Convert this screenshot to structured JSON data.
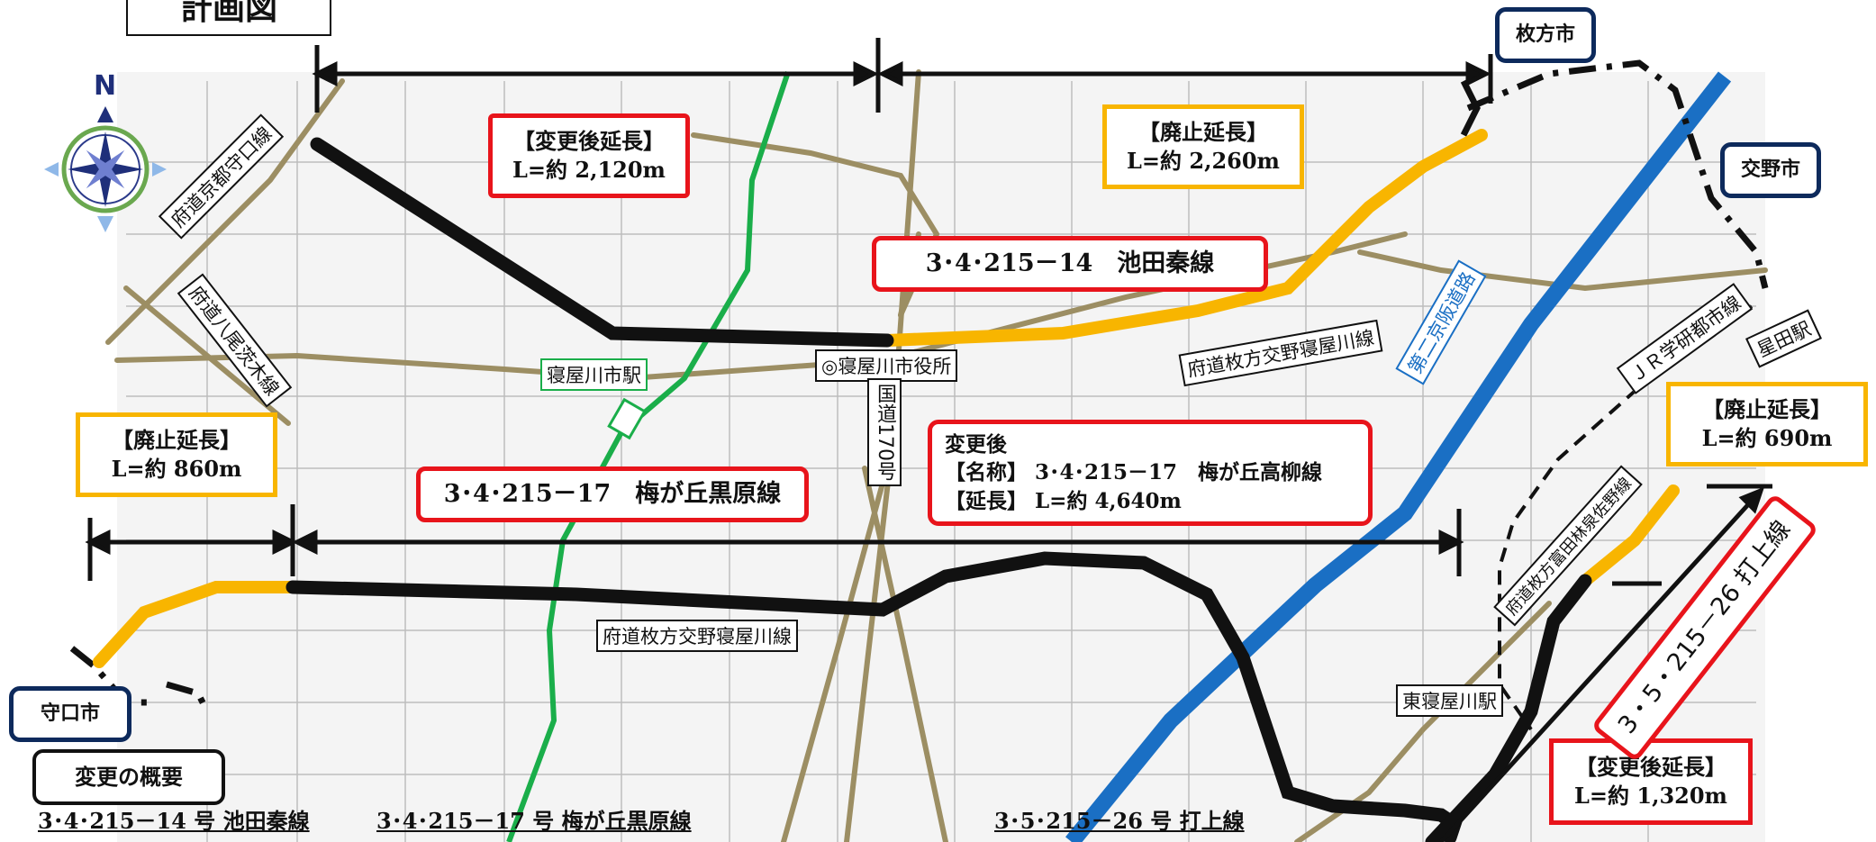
{
  "title": "計画図",
  "cities": {
    "hirakata": "枚方市",
    "katano": "交野市",
    "moriguchi": "守口市"
  },
  "compass_letter": "N",
  "boxes": {
    "changed_length_top": {
      "label": "【変更後延長】",
      "value": "L=約 2,120m"
    },
    "abolished_top": {
      "label": "【廃止延長】",
      "value": "L=約 2,260m"
    },
    "abolished_left": {
      "label": "【廃止延長】",
      "value": "L=約 860m"
    },
    "abolished_right": {
      "label": "【廃止延長】",
      "value": "L=約 690m"
    },
    "changed_length_right": {
      "label": "【変更後延長】",
      "value": "L=約 1,320m"
    },
    "after_change": {
      "line1": "変更後",
      "line2": "【名称】 3･4･215－17　梅が丘高柳線",
      "line3": "【延長】 L=約 4,640m"
    }
  },
  "route_labels": {
    "ikeda_hata": "3･4･215－14　池田秦線",
    "umegaoka_kurohara": "3･4･215－17　梅が丘黒原線",
    "uchiage": "3・5・215－26 打上線"
  },
  "map_labels": {
    "neyagawa_station": "寝屋川市駅",
    "city_hall": "◎寝屋川市役所",
    "route_170": "国道170号",
    "pref_hirakata_katano_neyagawa_top": "府道枚方交野寝屋川線",
    "pref_hirakata_katano_neyagawa_bottom": "府道枚方交野寝屋川線",
    "keihan_second": "第二京阪道路",
    "jr_line": "ＪＲ学研都市線",
    "hoshida_station": "星田駅",
    "higashi_neyagawa_station": "東寝屋川駅",
    "pref_kyoto_moriguchi": "府道京都守口線",
    "pref_yao_ibaraki": "府道八尾茨木線",
    "pref_hirakata_tomita": "府道枚方富田林泉佐野線"
  },
  "summary_label": "変更の概要",
  "bottom_notes": [
    "3･4･215－14 号 池田秦線",
    "3･4･215－17 号 梅が丘黒原線",
    "3･5･215－26 号 打上線"
  ],
  "colors": {
    "planned_route": "#111111",
    "abolished_route": "#f8b500",
    "keihan_expressway": "#1a6fc4",
    "keihan_railway": "#1aae4a",
    "prefectural_road": "#9c8e63",
    "red_frame": "#e8141b",
    "navy_frame": "#0d2a5c"
  }
}
